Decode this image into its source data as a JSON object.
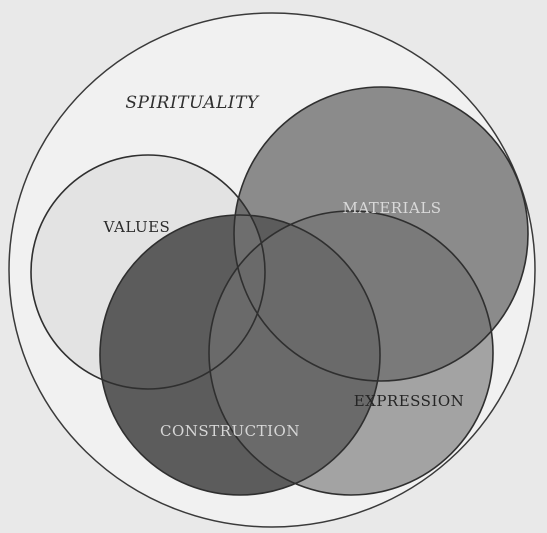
{
  "diagram": {
    "outer_label": "SPIRITUALITY",
    "sets": [
      {
        "id": "values",
        "label": "VALUES",
        "fill": "#e3e3e3",
        "text_color": "#2b2b2b"
      },
      {
        "id": "materials",
        "label": "MATERIALS",
        "fill": "#8b8b8b",
        "text_color": "#d9d9d9"
      },
      {
        "id": "construction",
        "label": "CONSTRUCTION",
        "fill": "#5c5c5c",
        "text_color": "#d6d6d6"
      },
      {
        "id": "expression",
        "label": "EXPRESSION",
        "fill": "#a3a3a3",
        "text_color": "#252525"
      }
    ]
  }
}
